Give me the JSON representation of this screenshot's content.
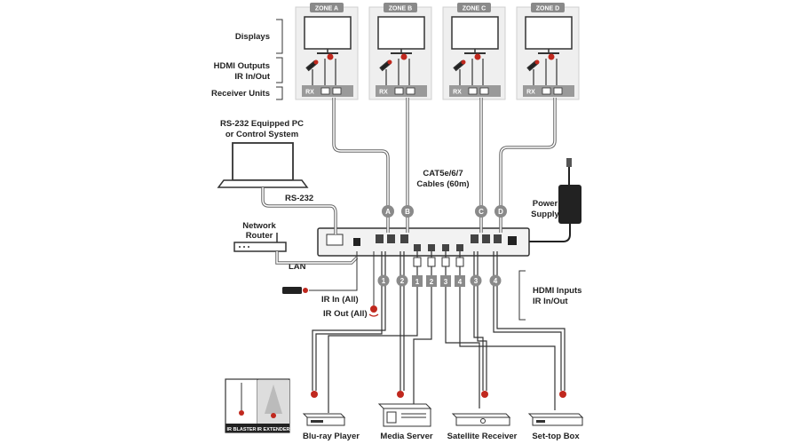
{
  "zones": [
    {
      "label": "ZONE A",
      "port": "A"
    },
    {
      "label": "ZONE B",
      "port": "B"
    },
    {
      "label": "ZONE C",
      "port": "C"
    },
    {
      "label": "ZONE D",
      "port": "D"
    }
  ],
  "rx_label": "RX",
  "left_labels": {
    "displays": "Displays",
    "hdmi_outputs_line1": "HDMI Outputs",
    "hdmi_outputs_line2": "IR In/Out",
    "receiver_units": "Receiver Units",
    "rs232_pc_line1": "RS-232 Equipped PC",
    "rs232_pc_line2": "or Control System",
    "rs232": "RS-232",
    "network_router_line1": "Network",
    "network_router_line2": "Router",
    "lan": "LAN",
    "ir_in_all": "IR In (All)",
    "ir_out_all": "IR Out (All)"
  },
  "center_labels": {
    "cat_line1": "CAT5e/6/7",
    "cat_line2": "Cables (60m)",
    "power_line1": "Power",
    "power_line2": "Supply",
    "hdmi_inputs_line1": "HDMI Inputs",
    "hdmi_inputs_line2": "IR In/Out"
  },
  "ir_ports": [
    "1",
    "2",
    "3",
    "4"
  ],
  "hdmi_ports": [
    "1",
    "2",
    "3",
    "4"
  ],
  "sources": [
    "Blu-ray Player",
    "Media Server",
    "Satellite Receiver",
    "Set-top Box"
  ],
  "legend": {
    "ir_blaster": "IR BLASTER",
    "ir_extender": "IR EXTENDER"
  },
  "colors": {
    "ir_red": "#c0281e",
    "badge_gray": "#8a8a8a",
    "line_gray": "#555555"
  }
}
